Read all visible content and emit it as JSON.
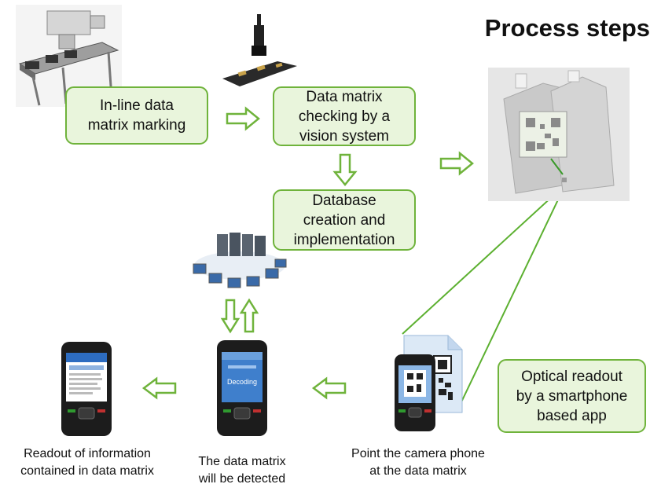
{
  "title": "Process steps",
  "steps": {
    "inline_marking": "In-line data\nmatrix marking",
    "vision_check": "Data matrix\nchecking by a\nvision system",
    "database": "Database\ncreation and\nimplementation",
    "optical_readout": "Optical readout\nby a smartphone\nbased app"
  },
  "captions": {
    "readout": "Readout of information\ncontained in data matrix",
    "detected": "The data matrix\nwill be detected",
    "point": "Point the camera phone\nat the data matrix"
  },
  "phone_screen": {
    "decoding": "Decoding"
  },
  "colors": {
    "box_fill": "#e9f5dc",
    "box_border": "#6fb33b",
    "arrow_outline": "#6fb33b",
    "link_line": "#5cb030"
  }
}
